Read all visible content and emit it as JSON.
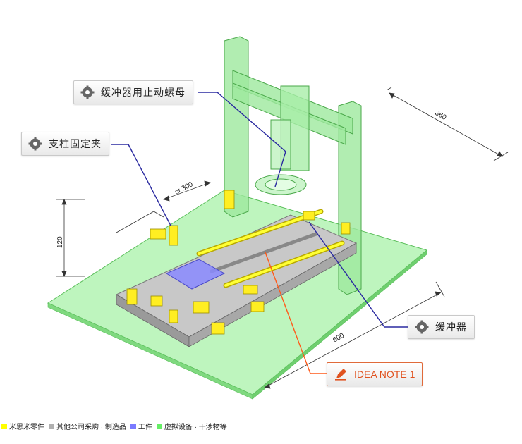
{
  "callouts": {
    "buffer_stop_nut": "缓冲器用止动螺母",
    "column_clamp": "支柱固定夹",
    "buffer": "缓冲器",
    "idea_note": "IDEA NOTE 1"
  },
  "dimensions": {
    "stroke": "st 300",
    "width": "360",
    "height": "120",
    "length": "600"
  },
  "legend": [
    {
      "label": "米思米零件",
      "color": "#ffff00"
    },
    {
      "label": "其他公司采购 · 制造品",
      "color": "#b0b0b0"
    },
    {
      "label": "工件",
      "color": "#7a7aff"
    },
    {
      "label": "虚拟设备 · 干涉物等",
      "color": "#66ee66"
    }
  ],
  "colors": {
    "leader_blue": "#2a2aa0",
    "leader_orange": "#ff5a1a",
    "base_plate": "#a8f0a8",
    "frame": "#8fe08f"
  }
}
